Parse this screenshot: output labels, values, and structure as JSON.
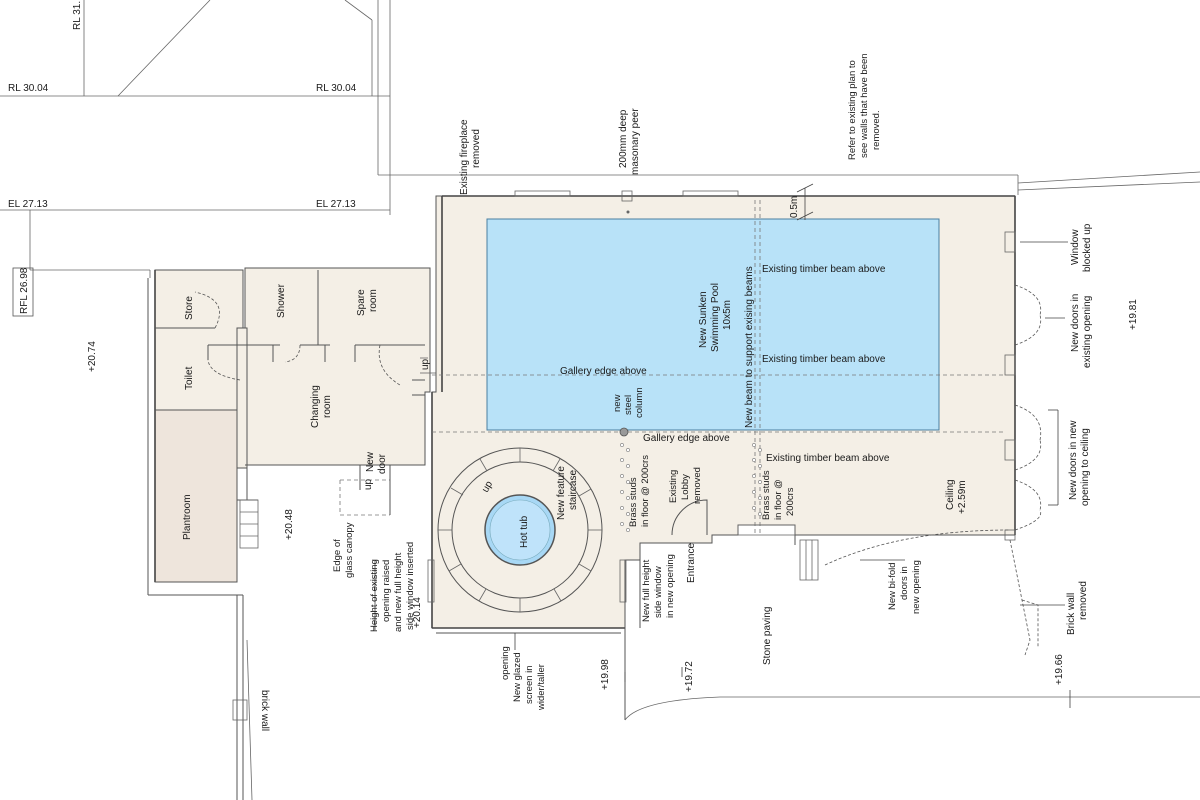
{
  "levels": {
    "rl_31": "RL 31.",
    "rl_30_left": "RL 30.04",
    "rl_30_right": "RL 30.04",
    "el_27_left": "EL 27.13",
    "el_27_right": "EL 27.13",
    "rfl_26": "RFL 26.98",
    "lvl_20_74": "+20.74",
    "lvl_20_48": "+20.48",
    "lvl_20_14": "+20.14",
    "lvl_19_98": "+19.98",
    "lvl_19_72": "+19.72",
    "lvl_19_81": "+19.81",
    "lvl_19_66": "+19.66"
  },
  "rooms": {
    "store": "Store",
    "shower": "Shower",
    "spare_room": [
      "Spare",
      "room"
    ],
    "toilet": "Toilet",
    "changing_room": [
      "Changing",
      "room"
    ],
    "plantroom": "Plantroom",
    "pool": [
      "New Sunken",
      "Swimming Pool",
      "10x5m"
    ],
    "hot_tub": "Hot tub"
  },
  "annotations": {
    "fireplace": [
      "Existing fireplace",
      "removed"
    ],
    "masonary_peer": [
      "200mm deep",
      "masonary peer"
    ],
    "refer_existing": [
      "Refer to existing plan to",
      "see walls that have been",
      "removed."
    ],
    "dim_05m": "0.5m",
    "window_blocked": [
      "Window",
      "blocked up"
    ],
    "beam_above_1": "Existing timber beam above",
    "beam_above_2": "Existing timber beam above",
    "beam_above_3": "Existing timber beam above",
    "new_doors_existing": [
      "New doors in",
      "existing opening"
    ],
    "new_doors_ceiling": [
      "New doors in new",
      "opening to ceiling"
    ],
    "new_beam": "New beam to support exising beams",
    "gallery_edge_1": "Gallery edge above",
    "gallery_edge_2": "Gallery edge above",
    "steel_column": [
      "new",
      "steel",
      "column"
    ],
    "up_1": "up",
    "up_2": "up",
    "up_3": "up",
    "new_door": [
      "New",
      "door"
    ],
    "feature_staircase": [
      "New feature",
      "staircase"
    ],
    "brass_studs_left": [
      "Brass studs",
      "in floor @ 200crs"
    ],
    "existing_lobby": [
      "Existing",
      "Lobby",
      "removed"
    ],
    "brass_studs_right": [
      "Brass studs",
      "in floor @",
      "200crs"
    ],
    "ceiling": [
      "Ceiling",
      "+2.59m"
    ],
    "entrance": "Entrance",
    "edge_canopy": [
      "Edge of",
      "glass canopy"
    ],
    "height_existing": [
      "Height of existing",
      "opening raised",
      "and new full height",
      "side window inserted"
    ],
    "new_full_height": [
      "New full height",
      "side window",
      "in new opening"
    ],
    "new_glazed": [
      "New glazed",
      "screen in",
      "wider/taller",
      "opening"
    ],
    "stone_paving": "Stone paving",
    "new_bifold": [
      "New bi-fold",
      "doors in",
      "new opening"
    ],
    "brick_wall_removed": [
      "Brick wall",
      "removed"
    ],
    "brick_wall": "brick wall"
  }
}
